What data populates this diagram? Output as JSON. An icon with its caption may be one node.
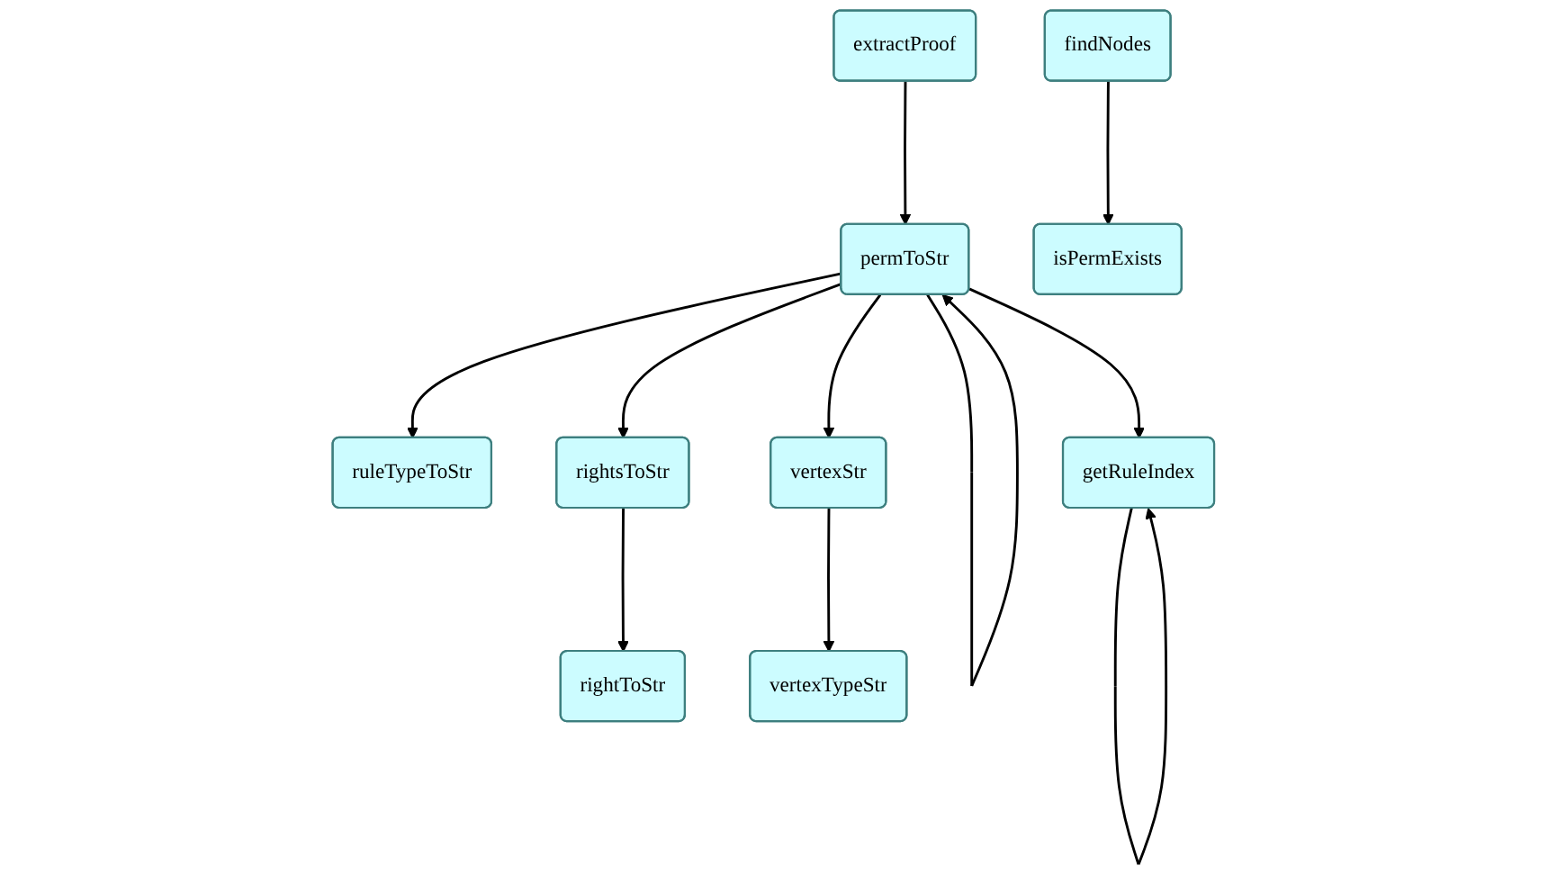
{
  "diagram": {
    "nodes": [
      {
        "text": [
          "findNodes"
        ]
      },
      {
        "text": [
          "extractProof"
        ]
      },
      {
        "text": [
          "isPermExists"
        ]
      },
      {
        "text": [
          "permToStr"
        ]
      },
      {
        "text": [
          "ruleTypeToStr"
        ]
      },
      {
        "text": [
          "rightsToStr"
        ]
      },
      {
        "text": [
          "vertexStr"
        ]
      },
      {
        "text": [
          "getRuleIndex"
        ]
      },
      {
        "text": [
          "rightToStr"
        ]
      },
      {
        "text": [
          "vertexTypeStr"
        ]
      }
    ],
    "edges": [
      {
        "from": 0,
        "to": 2,
        "arrow": "to"
      },
      {
        "from": 1,
        "to": 3,
        "arrow": "to"
      },
      {
        "from": 3,
        "to": 3,
        "arrow": "to"
      },
      {
        "from": 3,
        "to": 4,
        "arrow": "to"
      },
      {
        "from": 3,
        "to": 5,
        "arrow": "to"
      },
      {
        "from": 3,
        "to": 6,
        "arrow": "to"
      },
      {
        "from": 3,
        "to": 7,
        "arrow": "to"
      },
      {
        "from": 7,
        "to": 7,
        "arrow": "to"
      },
      {
        "from": 5,
        "to": 8,
        "arrow": "to"
      },
      {
        "from": 6,
        "to": 9,
        "arrow": "to"
      }
    ]
  }
}
